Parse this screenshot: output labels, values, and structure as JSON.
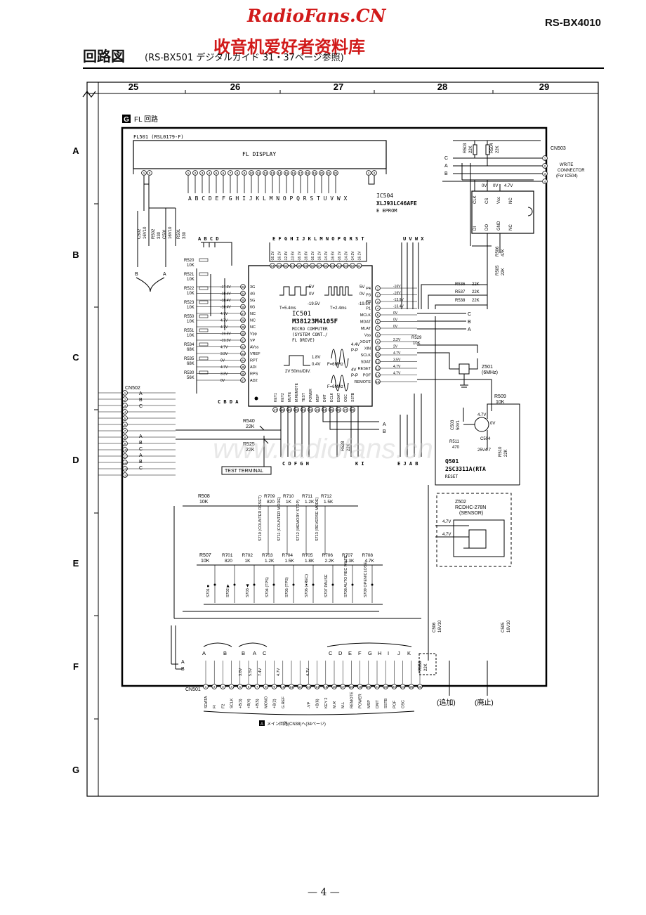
{
  "watermark": {
    "title": "RadioFans.CN",
    "subtitle": "收音机爱好者资料库",
    "center": "www.radiofans.cn"
  },
  "header": {
    "model": "RS-BX4010",
    "heading": "回路図",
    "heading_note": "(RS-BX501 デジタルガイド 31・37ページ参照)"
  },
  "grid": {
    "columns": [
      "25",
      "26",
      "27",
      "28",
      "29"
    ],
    "rows": [
      "A",
      "B",
      "C",
      "D",
      "E",
      "F",
      "G"
    ]
  },
  "section": {
    "badge": "G",
    "title": "FL 回路"
  },
  "fl_display": {
    "ref": "FL501 (RSL0179-F)",
    "label": "FL DISPLAY",
    "left_pins": [
      "1",
      "2"
    ],
    "grid_pins": [
      "1",
      "2",
      "3",
      "4",
      "5",
      "6",
      "7",
      "8",
      "9",
      "10",
      "11",
      "12",
      "13",
      "14",
      "15",
      "16",
      "17",
      "18",
      "19",
      "20",
      "21",
      "22"
    ],
    "grid_letters": "A B C D E F  G H I J K L M N O P Q R S T U V W X",
    "right_pins": [
      "1",
      "2"
    ]
  },
  "ic504": {
    "ref": "IC504",
    "part": "XLJ93LC46AFE",
    "type": "E EPROM",
    "pins_top": [
      "CLK",
      "CS",
      "Vcc",
      "NC"
    ],
    "pins_bottom": [
      "DI",
      "DO",
      "GND",
      "NC"
    ],
    "volts": [
      "0V",
      "0V",
      "4.7V"
    ]
  },
  "ic501": {
    "ref": "IC501",
    "part": "M38123M4105F",
    "desc": [
      "MICRO COMPUTER",
      "(SYSTEM CONT./",
      "FL DRIVE)"
    ],
    "left_pins": [
      "3G",
      "4G",
      "5G",
      "6G",
      "NC",
      "NC",
      "NC",
      "Vpp",
      "VP",
      "AVss",
      "VREF",
      "RPT",
      "ADI",
      "RPS",
      "AD2"
    ],
    "right_pins": [
      "P4",
      "P3",
      "P2",
      "P1",
      "MCLK",
      "MDAT",
      "MLAT",
      "Vss",
      "XOUT",
      "XIN",
      "SCLK",
      "SDAT",
      "RESET",
      "POF",
      "REMOTE"
    ],
    "bottom_pins": [
      "KEY1",
      "KEY2",
      "MUTE",
      "M.REMOTE",
      "TEST",
      "POWER",
      "MSP",
      "DMT",
      "ECLK",
      "EDAT",
      "OSC",
      "SSTB"
    ],
    "top_volts": [
      "-16.1V",
      "-16.1V",
      "-12.8V",
      "-13.5V",
      "-16.1V",
      "-16.6V",
      "-16.1V",
      "-16.1V",
      "-14.3V",
      "-16.5V",
      "-16.1V",
      "-14.3V",
      "-14.3V",
      "-16.1V"
    ],
    "left_volts": [
      "-17.5V",
      "-18.4V",
      "-18.4V",
      "-18.4V",
      "4.7V",
      "4.7V",
      "4.7V",
      "-19.5V",
      "-19.5V",
      "4.7V",
      "3.3V",
      "0V",
      "4.7V",
      "3.3V",
      "0V"
    ],
    "right_volts": [
      "-16V",
      "-16V",
      "-13.9V",
      "-13.4V",
      "0V",
      "0V",
      "0V",
      "",
      "2.2V",
      "2V",
      "4.7V",
      "3.5V",
      "4.7V",
      "4.7V"
    ],
    "waves": {
      "w1": {
        "top": "5V",
        "mid": "0V",
        "low": "-19.5V",
        "period": "T=5.4ms"
      },
      "w2": {
        "top": "5V",
        "mid": "0V",
        "low": "-19.5V",
        "period": "T=2.4ms"
      },
      "w3": {
        "top": "4.4V",
        "pp": "P-P",
        "freq": "F=6MHz"
      },
      "w4": {
        "top": "4V",
        "pp": "P-P",
        "freq": "F=6MHz"
      },
      "w5": {
        "top": "1.8V",
        "mid": "0.4V",
        "scale": "2V 50ms/DIV."
      }
    }
  },
  "resistors_left": [
    {
      "ref": "R520",
      "val": "10K"
    },
    {
      "ref": "R521",
      "val": "10K"
    },
    {
      "ref": "R522",
      "val": "10K"
    },
    {
      "ref": "R523",
      "val": "10K"
    },
    {
      "ref": "R550",
      "val": "10K"
    },
    {
      "ref": "R551",
      "val": "10K"
    },
    {
      "ref": "R534",
      "val": "68K"
    },
    {
      "ref": "R535",
      "val": "68K"
    },
    {
      "ref": "R530",
      "val": "56K"
    }
  ],
  "caps_left": [
    {
      "ref": "C502",
      "val": "16V10"
    },
    {
      "ref": "R502",
      "val": "330"
    },
    {
      "ref": "C501",
      "val": "16V10"
    },
    {
      "ref": "R501",
      "val": "330"
    }
  ],
  "right_parts": [
    {
      "ref": "R503",
      "val": "22K"
    },
    {
      "ref": "R504",
      "val": "22K"
    },
    {
      "ref": "R506",
      "val": "47K"
    },
    {
      "ref": "R505",
      "val": "22K"
    },
    {
      "ref": "R536",
      "val": "22K"
    },
    {
      "ref": "R537",
      "val": "22K"
    },
    {
      "ref": "R538",
      "val": "22K"
    },
    {
      "ref": "R529",
      "val": "10K"
    },
    {
      "ref": "R509",
      "val": "10K"
    },
    {
      "ref": "C503",
      "val": "50V1"
    },
    {
      "ref": "R511",
      "val": "470"
    },
    {
      "ref": "C504",
      "val": "25V4.7"
    },
    {
      "ref": "R510",
      "val": "22K"
    }
  ],
  "cn503": {
    "ref": "CN503",
    "pins": [
      "1",
      "2",
      "3",
      "4"
    ],
    "desc": [
      "WRITE",
      "CONNECTOR",
      "(For IC504)"
    ]
  },
  "cn502": {
    "ref": "CN502",
    "pins": [
      "1",
      "2",
      "3",
      "4",
      "5",
      "6",
      "7",
      "8",
      "9",
      "10",
      "11",
      "12",
      "13",
      "14"
    ]
  },
  "z501": {
    "ref": "Z501",
    "val": "(6MHz)"
  },
  "q501": {
    "ref": "Q501",
    "part": "2SC3311A(RTA",
    "desc": "RESET",
    "volts": [
      "4.7V",
      "0V"
    ]
  },
  "z502": {
    "ref": "Z502",
    "part": "RCDHC-278N",
    "desc": "(SENSOR)",
    "volts": [
      "4.7V",
      "4.7V"
    ]
  },
  "test_terminal": "TEST TERMINAL",
  "r540": {
    "ref": "R540",
    "val": "22K"
  },
  "r525": {
    "ref": "R525",
    "val": "22K"
  },
  "r528": {
    "ref": "R528",
    "val": "22K"
  },
  "r508": {
    "ref": "R508",
    "val": "10K"
  },
  "r507": {
    "ref": "R507",
    "val": "10K"
  },
  "key_row1": [
    {
      "ref": "R709",
      "val": "820"
    },
    {
      "ref": "R710",
      "val": "1K"
    },
    {
      "ref": "R711",
      "val": "1.2K"
    },
    {
      "ref": "R712",
      "val": "1.5K"
    }
  ],
  "key_row1_switches": [
    "S710 (COUNTER RESET)",
    "S711 (COUNTER MODE)",
    "S712 (MEMORY STOP)",
    "S713 (REVERSE MODE)"
  ],
  "key_row2": [
    {
      "ref": "R701",
      "val": "820"
    },
    {
      "ref": "R702",
      "val": "1K"
    },
    {
      "ref": "R703",
      "val": "1.2K"
    },
    {
      "ref": "R704",
      "val": "1.5K"
    },
    {
      "ref": "R705",
      "val": "1.8K"
    },
    {
      "ref": "R706",
      "val": "2.2K"
    },
    {
      "ref": "R707",
      "val": "3.3K"
    },
    {
      "ref": "R708",
      "val": "4.7K"
    }
  ],
  "key_row2_switches": [
    "S701 ■",
    "S702 ▶",
    "S703 ◀",
    "S704 (TPS)",
    "S705 (TPS)",
    "S706 (●REC)",
    "S707 PAUSE",
    "S708 AUTO REC MUTE",
    "S709 OPEN/CLOSE"
  ],
  "bus_groups": {
    "left_letters": [
      "A",
      "B",
      "B",
      "A",
      "C"
    ],
    "right_letters": [
      "C",
      "D",
      "E",
      "F",
      "G",
      "H",
      "I",
      "J",
      "K"
    ],
    "ic_bottom_letters": [
      "C",
      "D",
      "F",
      "G",
      "H",
      "K",
      "I",
      "E",
      "J",
      "A",
      "B"
    ],
    "volts": [
      "3.8V",
      "5.5V",
      "7.4V",
      "4.7V",
      "4.7V"
    ]
  },
  "cn501": {
    "ref": "CN501",
    "pins": [
      "1",
      "2",
      "3",
      "4",
      "5",
      "6",
      "7",
      "8",
      "9",
      "10",
      "11",
      "12",
      "13",
      "14",
      "15",
      "16",
      "17",
      "18",
      "19",
      "20",
      "21",
      "22",
      "23",
      "24",
      "25",
      "26"
    ],
    "signals": [
      "SDATA",
      "FI",
      "F2",
      "SCLK",
      "+B(3)",
      "+B(4)",
      "+B(5)",
      "MONO",
      "+B(2)",
      "G.REF",
      "-VP",
      "+B(6)",
      "KEY 2",
      "M.R",
      "M.L",
      "REMOTE",
      "POWER",
      "MSP",
      "DMT",
      "SSTB",
      "POF",
      "OSC"
    ],
    "r550": {
      "ref": "R550",
      "val": "22K"
    }
  },
  "annotations": {
    "added": "(追加)",
    "removed": "(廃止)",
    "main_link": "メイン回路(CN38)へ(34ページ)",
    "main_badge": "A"
  },
  "footer": {
    "page": "— 4 —"
  }
}
